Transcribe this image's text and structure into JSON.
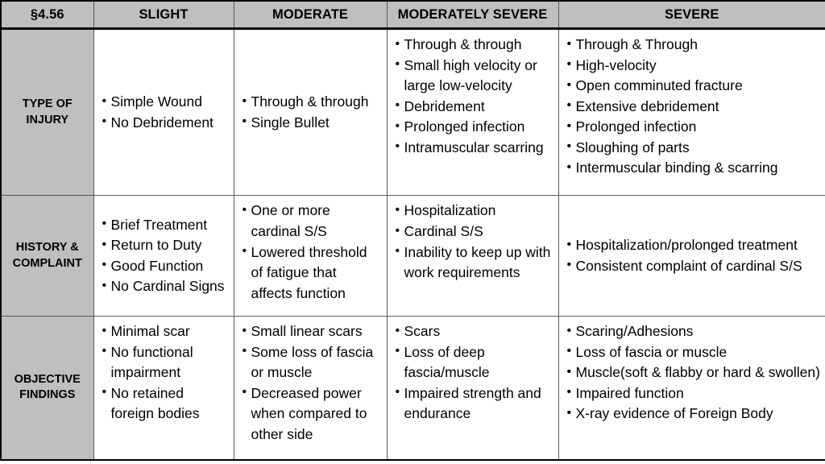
{
  "table": {
    "columns": [
      {
        "key": "label",
        "header": "§4.56"
      },
      {
        "key": "slight",
        "header": "SLIGHT"
      },
      {
        "key": "moderate",
        "header": "MODERATE"
      },
      {
        "key": "moderately_severe",
        "header": "MODERATELY SEVERE"
      },
      {
        "key": "severe",
        "header": "SEVERE"
      }
    ],
    "rows": [
      {
        "label": "TYPE OF INJURY",
        "label_lines": [
          "TYPE OF",
          "INJURY"
        ],
        "slight": [
          "Simple Wound",
          "No Debridement"
        ],
        "moderate": [
          "Through & through",
          "Single Bullet"
        ],
        "moderately_severe": [
          "Through & through",
          "Small high velocity or large low-velocity",
          "Debridement",
          "Prolonged infection",
          "Intramuscular scarring"
        ],
        "severe": [
          "Through & Through",
          "High-velocity",
          "Open comminuted fracture",
          "Extensive debridement",
          "Prolonged infection",
          "Sloughing of parts",
          "Intermuscular binding & scarring"
        ]
      },
      {
        "label": "HISTORY & COMPLAINT",
        "label_lines": [
          "HISTORY &",
          "COMPLAINT"
        ],
        "slight": [
          "Brief Treatment",
          "Return to Duty",
          "Good Function",
          "No Cardinal Signs"
        ],
        "moderate": [
          "One or more cardinal S/S",
          "Lowered threshold of fatigue that affects function"
        ],
        "moderately_severe": [
          "Hospitalization",
          "Cardinal S/S",
          "Inability to keep up with work requirements"
        ],
        "severe": [
          "Hospitalization/prolonged treatment",
          "Consistent complaint of cardinal S/S"
        ]
      },
      {
        "label": "OBJECTIVE FINDINGS",
        "label_lines": [
          "OBJECTIVE",
          "FINDINGS"
        ],
        "slight": [
          "Minimal scar",
          "No functional impairment",
          "No retained foreign bodies"
        ],
        "moderate": [
          "Small linear scars",
          "Some loss of fascia or muscle",
          "Decreased power when compared to other side"
        ],
        "moderately_severe": [
          "Scars",
          "Loss of deep fascia/muscle",
          "Impaired strength and endurance"
        ],
        "severe": [
          "Scaring/Adhesions",
          "Loss of fascia or muscle",
          "Muscle(soft & flabby or hard & swollen)",
          "Impaired function",
          "X-ray evidence of Foreign Body"
        ]
      }
    ]
  },
  "colors": {
    "header_fill": "#BFBFBF",
    "label_fill": "#BFBFBF",
    "cell_fill": "#FFFFFF",
    "grid_line": "#595959",
    "outer_border": "#000000",
    "text": "#000000"
  }
}
